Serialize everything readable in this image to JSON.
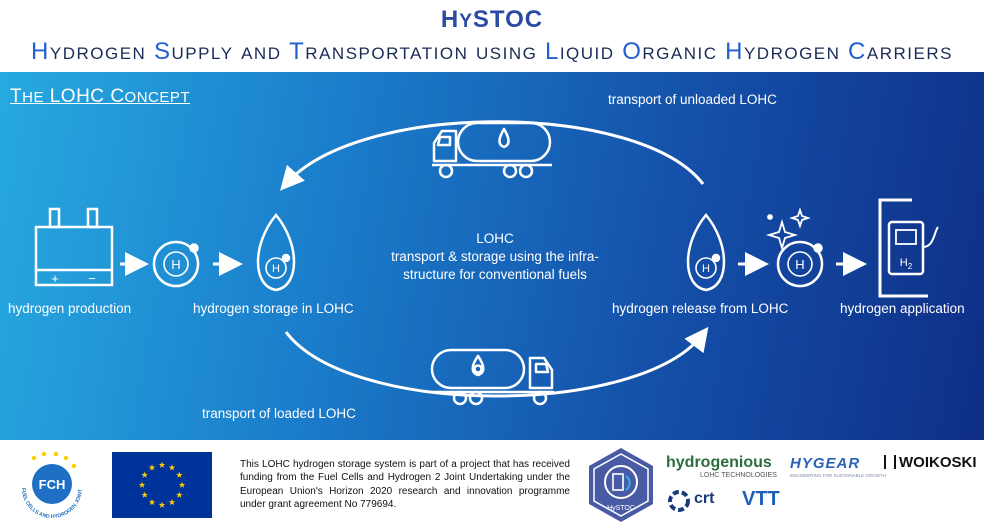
{
  "header": {
    "brand": {
      "h": "H",
      "y": "Y",
      "rest": "STOC"
    },
    "subtitle": {
      "w1_cap": "H",
      "w1_rest": "YDROGEN",
      "w2_cap": "S",
      "w2_rest": "UPPLY",
      "w3": "AND",
      "w4_cap": "T",
      "w4_rest": "RANSPORTATION",
      "w5": "USING",
      "w6_cap": "L",
      "w6_rest": "IQUID",
      "w7_cap": "O",
      "w7_rest": "RGANIC",
      "w8_cap": "H",
      "w8_rest": "YDROGEN",
      "w9_cap": "C",
      "w9_rest": "ARRIERS"
    }
  },
  "section_title": {
    "t1_cap": "T",
    "t1_rest": "HE",
    "t2": "LOHC",
    "t3_cap": "C",
    "t3_rest": "ONCEPT"
  },
  "diagram": {
    "top_label": "transport of unloaded LOHC",
    "bottom_label": "transport of loaded LOHC",
    "center_title": "LOHC",
    "center_line1": "transport & storage using the infra-",
    "center_line2": "structure for conventional fuels",
    "steps": [
      {
        "label": "hydrogen production"
      },
      {
        "label": "hydrogen storage in LOHC"
      },
      {
        "label": "hydrogen release from LOHC"
      },
      {
        "label": "hydrogen application"
      }
    ],
    "battery_plus": "+",
    "battery_minus": "−",
    "h_letter": "H",
    "dispenser_text": "H",
    "dispenser_sub": "2"
  },
  "footer": {
    "fch_text": "FCH",
    "fch_ring": "FUEL CELLS AND HYDROGEN JOINT UNDERTAKING",
    "funding_text": "This LOHC hydrogen storage system is part of a project that has received funding from the Fuel Cells and Hydrogen 2 Joint Undertaking under the European Union's Horizon 2020 research and innovation programme under grant agreement No 779694.",
    "hystoc_badge": "HySTOC",
    "partners": {
      "hydrogenious": "hydrogenious",
      "hydrogenious_sub": "LOHC TECHNOLOGIES",
      "hygear": "HYGEAR",
      "hygear_sub": "ENGINEERING FOR SUSTAINABLE GROWTH",
      "woikoski": "WOIKOSKI",
      "crt": "crt",
      "vtt": "VTT"
    }
  },
  "colors": {
    "brand_blue": "#2a4aa3",
    "accent_blue": "#1f5fd0",
    "panel_light": "#27a9df",
    "panel_dark": "#0f2e86",
    "eu_blue": "#003399",
    "eu_yellow": "#ffcc00",
    "fch_blue": "#1f6fc4"
  }
}
